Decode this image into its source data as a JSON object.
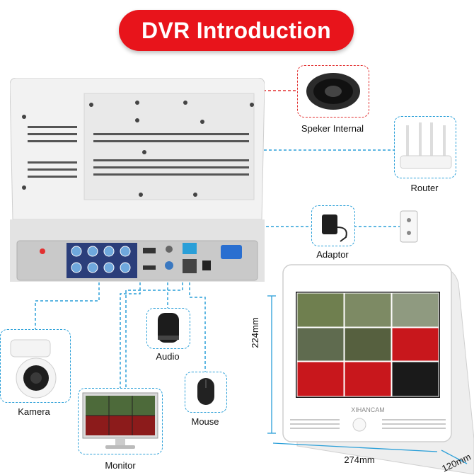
{
  "title": "DVR Introduction",
  "components": {
    "speaker": "Speker Internal",
    "router": "Router",
    "adaptor": "Adaptor",
    "audio": "Audio",
    "camera": "Kamera",
    "mouse": "Mouse",
    "monitor": "Monitor"
  },
  "dimensions": {
    "height": "224mm",
    "width": "274mm",
    "depth": "120mm"
  },
  "screen_brand": "XIHANCAM",
  "colors": {
    "title_bg": "#e8141b",
    "connector_blue": "#2a9fd8",
    "connector_red": "#e23030"
  }
}
